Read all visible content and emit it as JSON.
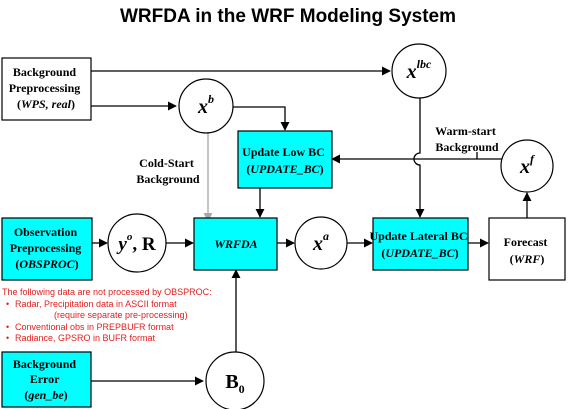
{
  "title": "WRFDA in the WRF Modeling System",
  "colors": {
    "process_box": "#00ffff",
    "plain_box": "#ffffff",
    "note_text": "#e31d1d",
    "cold_start_arrow": "#a8a8a8"
  },
  "boxes": {
    "bg_preprocessing": {
      "line1": "Background",
      "line2": "Preprocessing",
      "line3_open": "(",
      "line3_italic": "WPS, real",
      "line3_close": ")"
    },
    "update_low_bc": {
      "line1": "Update Low BC",
      "line2_open": "(",
      "line2_italic": "UPDATE_BC",
      "line2_close": ")"
    },
    "obs_preprocessing": {
      "line1": "Observation",
      "line2": "Preprocessing",
      "line3_open": "(",
      "line3_italic": "OBSPROC",
      "line3_close": ")"
    },
    "wrfda": {
      "label": "WRFDA"
    },
    "update_lateral_bc": {
      "line1": "Update Lateral BC",
      "line2_open": "(",
      "line2_italic": "UPDATE_BC",
      "line2_close": ")"
    },
    "forecast": {
      "line1": "Forecast",
      "line2_open": "(",
      "line2_italic": "WRF",
      "line2_close": ")"
    },
    "background_error": {
      "line1": "Background",
      "line2": "Error",
      "line3_open": "(",
      "line3_italic": "gen_be",
      "line3_close": ")"
    }
  },
  "circles": {
    "xb": {
      "base": "x",
      "sup": "b"
    },
    "xlbc": {
      "base": "x",
      "sup": "lbc"
    },
    "xf": {
      "base": "x",
      "sup": "f"
    },
    "yo_r": {
      "base": "y",
      "sup": "o",
      "tail": ", R"
    },
    "xa": {
      "base": "x",
      "sup": "a"
    },
    "b0": {
      "base": "B",
      "sub": "0"
    }
  },
  "labels": {
    "cold_start_line1": "Cold-Start",
    "cold_start_line2": "Background",
    "warm_start_line1": "Warm-start",
    "warm_start_line2": "Background"
  },
  "obsproc_note": {
    "heading": "The following data are not processed by OBSPROC:",
    "items": [
      "Radar, Precipitation data in ASCII format",
      "(require separate pre-processing)",
      "Conventional obs in PREPBUFR format",
      "Radiance, GPSRO in BUFR format"
    ],
    "bullet": "•"
  }
}
